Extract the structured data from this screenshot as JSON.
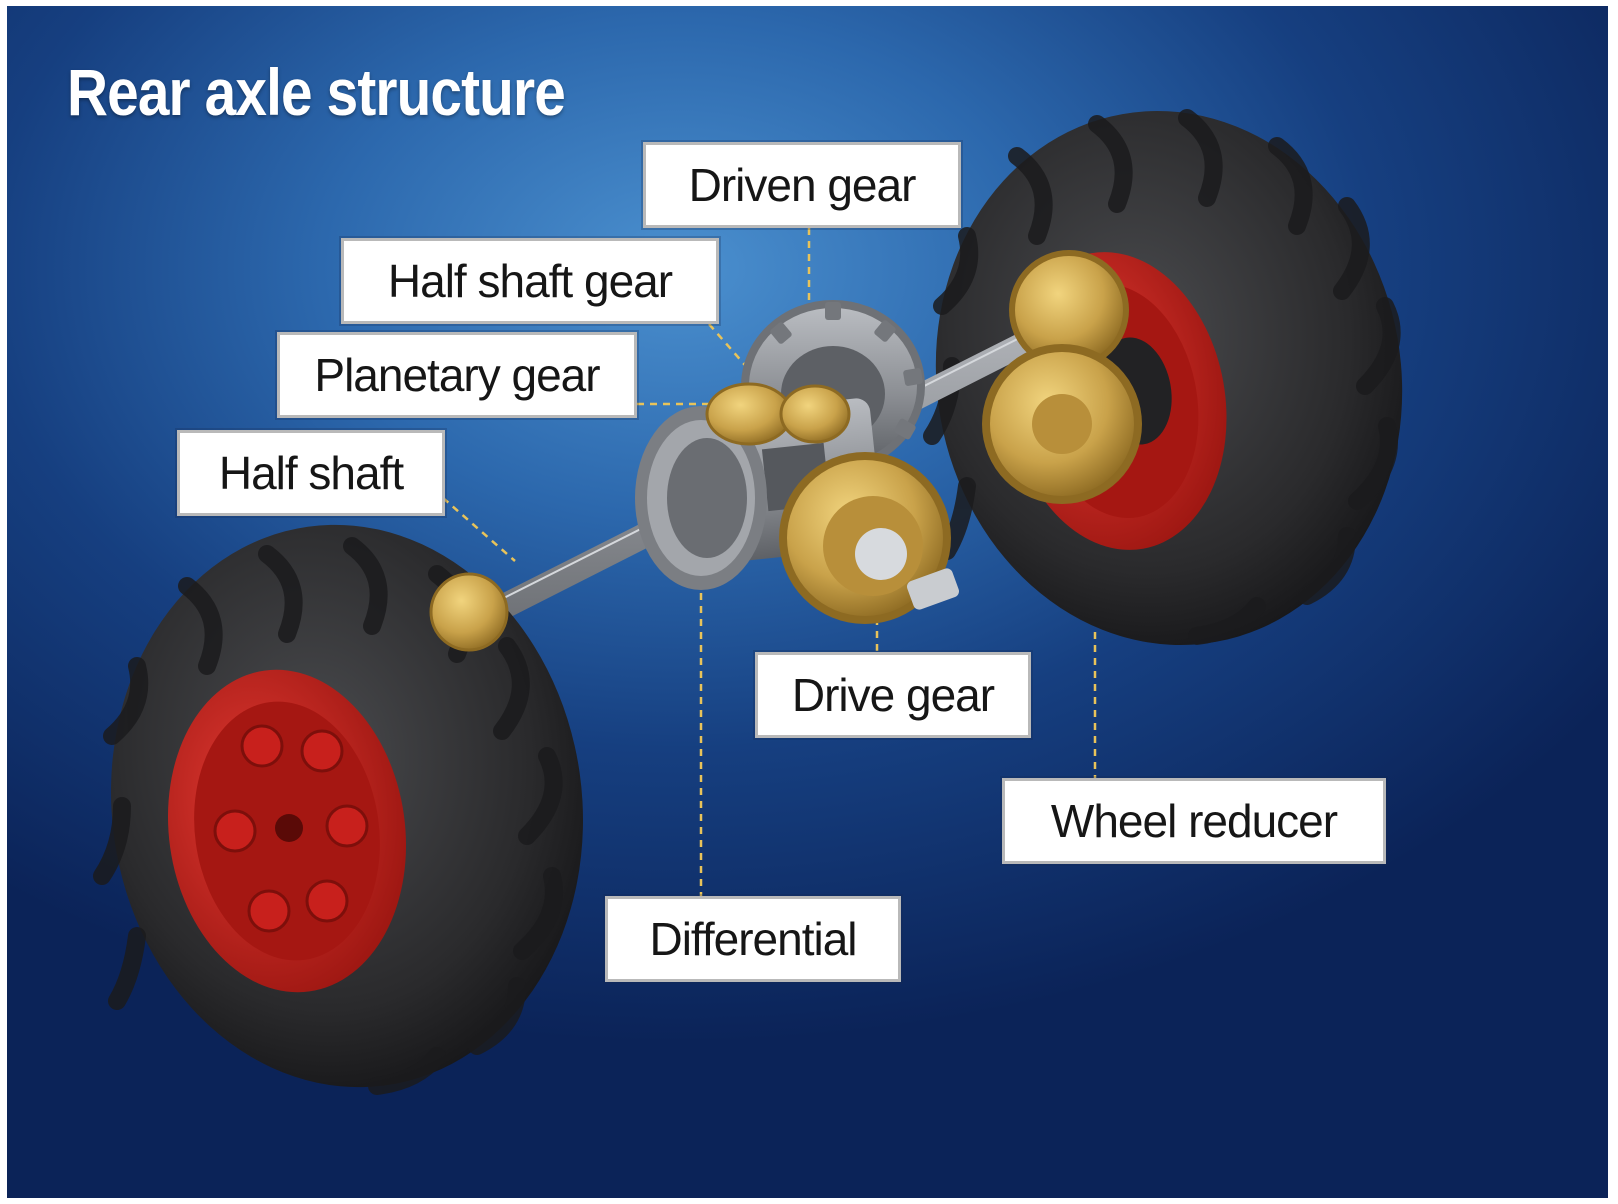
{
  "title": "Rear axle structure",
  "labels": {
    "driven_gear": "Driven gear",
    "half_shaft_gear": "Half shaft gear",
    "planetary_gear": "Planetary gear",
    "half_shaft": "Half shaft",
    "drive_gear": "Drive gear",
    "wheel_reducer": "Wheel reducer",
    "differential": "Differential"
  },
  "colors": {
    "background_center": "#4b90cf",
    "background_edge": "#0b2358",
    "tire": "#2a2a2c",
    "rim": "#c8201c",
    "gear": "#c9a24a",
    "housing": "#8c8f94",
    "leader_line": "#e8c35a"
  }
}
